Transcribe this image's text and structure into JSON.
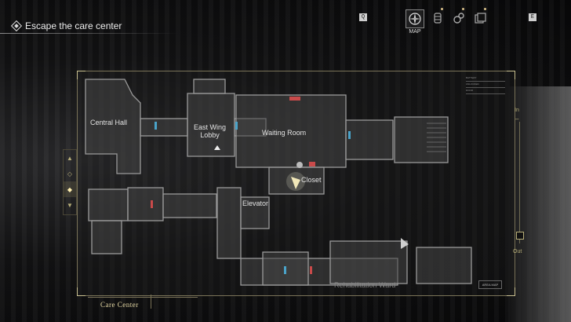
{
  "objective": {
    "text": "Escape the care center"
  },
  "header": {
    "key_left": "Q",
    "key_right": "E",
    "tabs": [
      {
        "name": "map",
        "label": "MAP",
        "icon": "compass-icon",
        "active": true
      },
      {
        "name": "inventory",
        "label": "",
        "icon": "inventory-icon",
        "active": false
      },
      {
        "name": "crafting",
        "label": "",
        "icon": "gears-icon",
        "active": false
      },
      {
        "name": "files",
        "label": "",
        "icon": "files-icon",
        "active": false
      }
    ]
  },
  "map": {
    "area_name": "Care Center",
    "rooms": [
      {
        "id": "central-hall",
        "label": "Central Hall"
      },
      {
        "id": "east-wing-lobby",
        "label": "East Wing\nLobby"
      },
      {
        "id": "waiting-room",
        "label": "Waiting Room"
      },
      {
        "id": "closet",
        "label": "Closet"
      },
      {
        "id": "elevator",
        "label": "Elevator"
      },
      {
        "id": "rehabilitation-ward",
        "label": "Rehabilitation Ward"
      }
    ],
    "zoom_in_label": "In",
    "zoom_out_label": "Out",
    "area_map_button": "AREA MAP",
    "legend": [
      "BATTERY",
      "UNLOCKED",
      "DOOR"
    ]
  },
  "colors": {
    "accent": "#c9c090",
    "door_blue": "#4aa3c9",
    "door_red": "#c94a4a",
    "wall": "#8a8a8a"
  }
}
